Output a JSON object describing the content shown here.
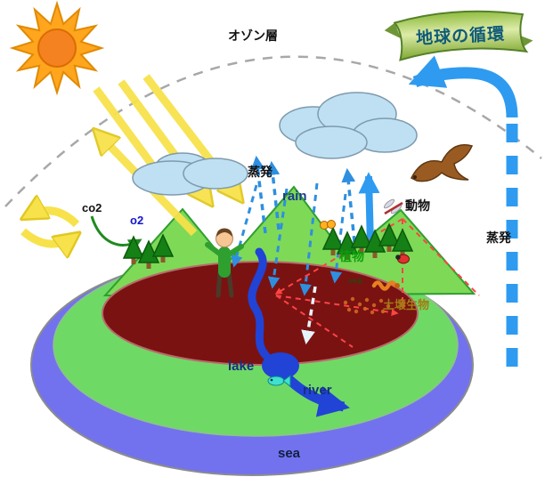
{
  "banner": {
    "title": "地球の循環"
  },
  "labels": {
    "ozone_layer": "オゾン層",
    "evaporation_center": "蒸発",
    "evaporation_right": "蒸発",
    "rain": "rain",
    "animals": "動物",
    "plants": "植物",
    "soil_organisms": "土壌生物",
    "co2": "co2",
    "o2": "o2",
    "lake": "lake",
    "river": "river",
    "sea": "sea"
  },
  "colors": {
    "sun_center": "#F58220",
    "sun_rays": "#FFA51E",
    "sunlight_arrow": "#F7E24B",
    "cloud": "#BEE0F2",
    "water_arrow": "#2E8FE0",
    "big_water_arrow": "#2E9BF0",
    "river_water": "#2143D6",
    "land_green": "#6FD966",
    "mountain_green": "#7ED957",
    "soil_red": "#7A1212",
    "sea_blue": "#7272EE",
    "food_web_red": "#FF4444",
    "co2_arrow_green": "#1E8B1E",
    "banner_green": "#9CC050",
    "banner_text": "#0F5A78",
    "rain_label_navy": "#1B3C8F",
    "o2_blue": "#1414CC",
    "soil_label_brown": "#A37B14",
    "plants_label_green": "#0B9E0B"
  }
}
